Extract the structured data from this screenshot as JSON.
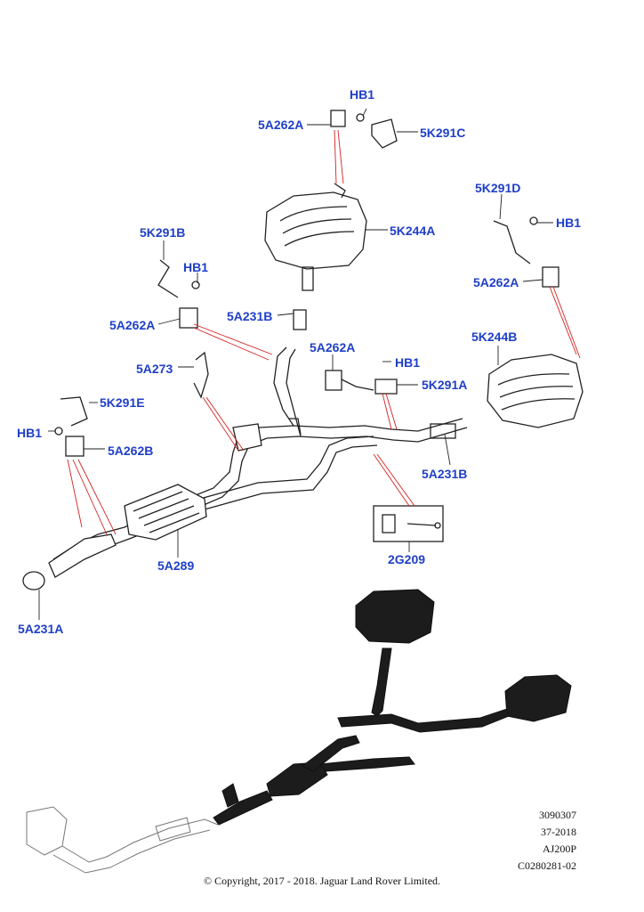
{
  "labels": {
    "hb1_top": "HB1",
    "a262_top": "5A262A",
    "k291c": "5K291C",
    "k244a": "5K244A",
    "k291d": "5K291D",
    "hb1_right": "HB1",
    "a262_right": "5A262A",
    "k291b": "5K291B",
    "hb1_midleft": "HB1",
    "a262_midleft": "5A262A",
    "a231b_top": "5A231B",
    "a262_center": "5A262A",
    "hb1_center": "HB1",
    "k244b": "5K244B",
    "a273": "5A273",
    "k291a": "5K291A",
    "k291e": "5K291E",
    "hb1_left": "HB1",
    "a262b": "5A262B",
    "a231b_right": "5A231B",
    "a289": "5A289",
    "g209": "2G209",
    "a231a": "5A231A"
  },
  "meta": {
    "line1": "3090307",
    "line2": "37-2018",
    "line3": "AJ200P",
    "line4": "C0280281-02"
  },
  "copyright": "© Copyright, 2017 - 2018. Jaguar Land Rover Limited.",
  "colors": {
    "label": "#1f3fc8",
    "leader_red": "#d42020",
    "line": "#222222"
  }
}
